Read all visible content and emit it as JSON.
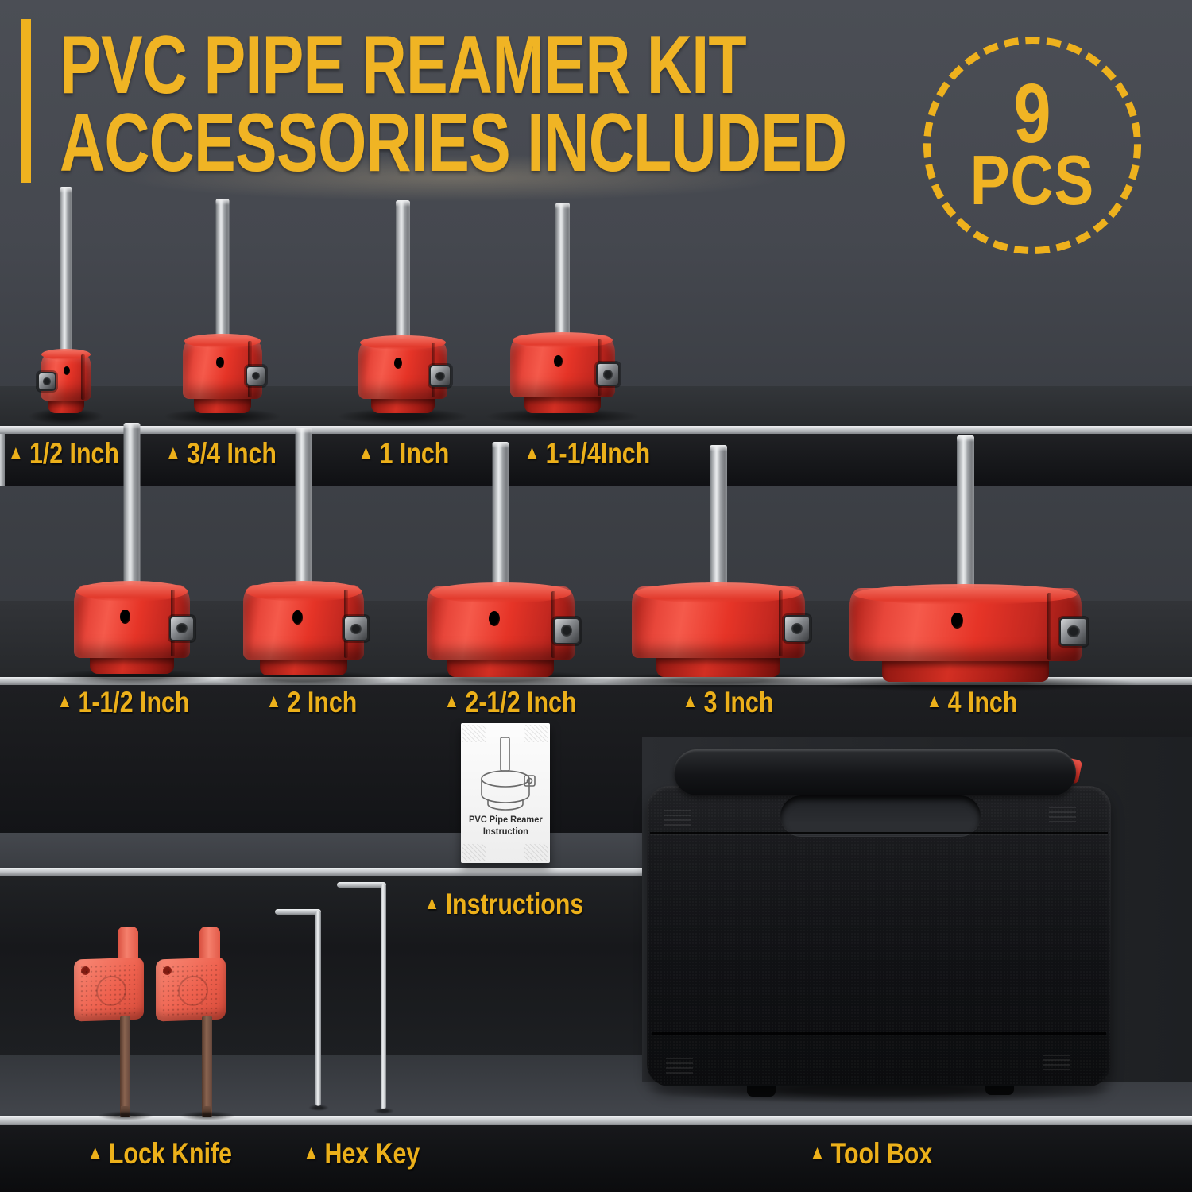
{
  "colors": {
    "accent_yellow": "#F0B424",
    "reamer_red": "#E63427",
    "latch_red": "#C02B22",
    "shaft_silver": "#C9CCCF",
    "knife_salmon": "#EE614E"
  },
  "title": {
    "line1": "PVC PIPE REAMER KIT",
    "line2": "ACCESSORIES INCLUDED"
  },
  "badge": {
    "count": "9",
    "unit": "PCS"
  },
  "marker": "▲",
  "sizes_row1": [
    "1/2 Inch",
    "3/4 Inch",
    "1 Inch",
    "1-1/4Inch"
  ],
  "sizes_row2": [
    "1-1/2 Inch",
    "2 Inch",
    "2-1/2 Inch",
    "3 Inch",
    "4 Inch"
  ],
  "accessories": {
    "instructions": "Instructions",
    "lock_knife": "Lock Knife",
    "hex_key": "Hex Key",
    "tool_box": "Tool Box"
  },
  "instruction_card": {
    "line1": "PVC Pipe Reamer",
    "line2": "Instruction"
  }
}
